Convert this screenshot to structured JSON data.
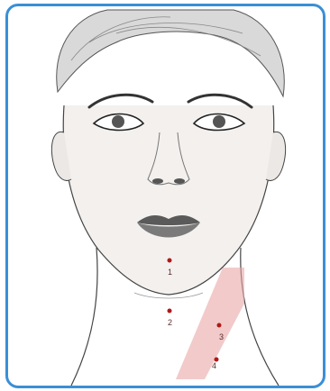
{
  "figure": {
    "points": [
      {
        "id": "point-1",
        "label": "1"
      },
      {
        "id": "point-2",
        "label": "2"
      },
      {
        "id": "point-3",
        "label": "3"
      },
      {
        "id": "point-4",
        "label": "4"
      }
    ]
  },
  "colors": {
    "frame": "#3a8fd6",
    "marker": "#b01818",
    "highlight": "#e9a6a6",
    "sketch": "#4a4a4a"
  }
}
